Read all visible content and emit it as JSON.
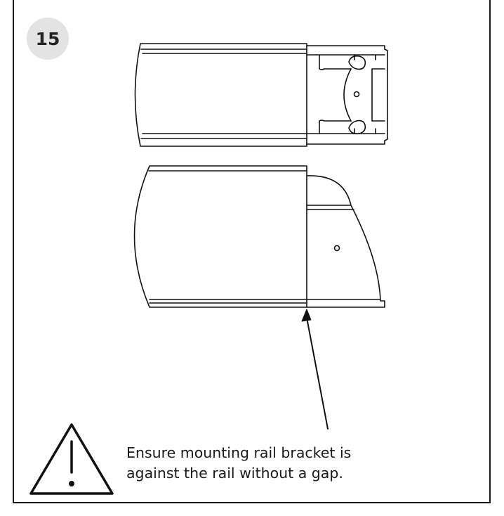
{
  "step": {
    "number": "15"
  },
  "warning": {
    "line1": "Ensure mounting rail bracket is",
    "line2": "against the rail without a gap."
  },
  "icons": {
    "warning": "warning-triangle-icon"
  }
}
